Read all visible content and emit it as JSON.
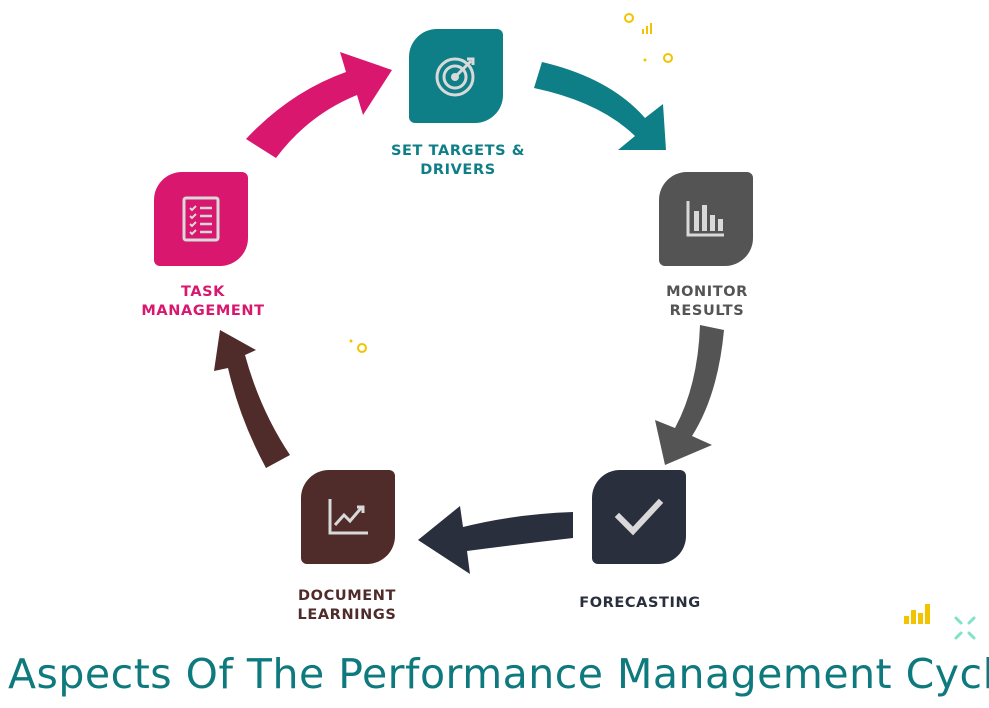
{
  "title": "Aspects Of The Performance Management Cycle",
  "colors": {
    "teal": "#0e7f87",
    "gray": "#545454",
    "navy": "#2a2f3d",
    "brown": "#4f2b2a",
    "magenta": "#d9176f",
    "title": "#0f7a7e",
    "accent_yellow": "#f2c400",
    "accent_mint": "#7fe3c7"
  },
  "cycle": {
    "steps": [
      {
        "id": "set-targets",
        "lines": [
          "SET TARGETS &",
          "DRIVERS"
        ],
        "icon": "target-icon",
        "color": "#0e7f87"
      },
      {
        "id": "monitor",
        "lines": [
          "MONITOR",
          "RESULTS"
        ],
        "icon": "bar-chart-icon",
        "color": "#545454"
      },
      {
        "id": "forecasting",
        "lines": [
          "FORECASTING"
        ],
        "icon": "checkmark-icon",
        "color": "#2a2f3d"
      },
      {
        "id": "document",
        "lines": [
          "DOCUMENT",
          "LEARNINGS"
        ],
        "icon": "line-chart-icon",
        "color": "#4f2b2a"
      },
      {
        "id": "task",
        "lines": [
          "TASK",
          "MANAGEMENT"
        ],
        "icon": "checklist-icon",
        "color": "#d9176f"
      }
    ]
  }
}
